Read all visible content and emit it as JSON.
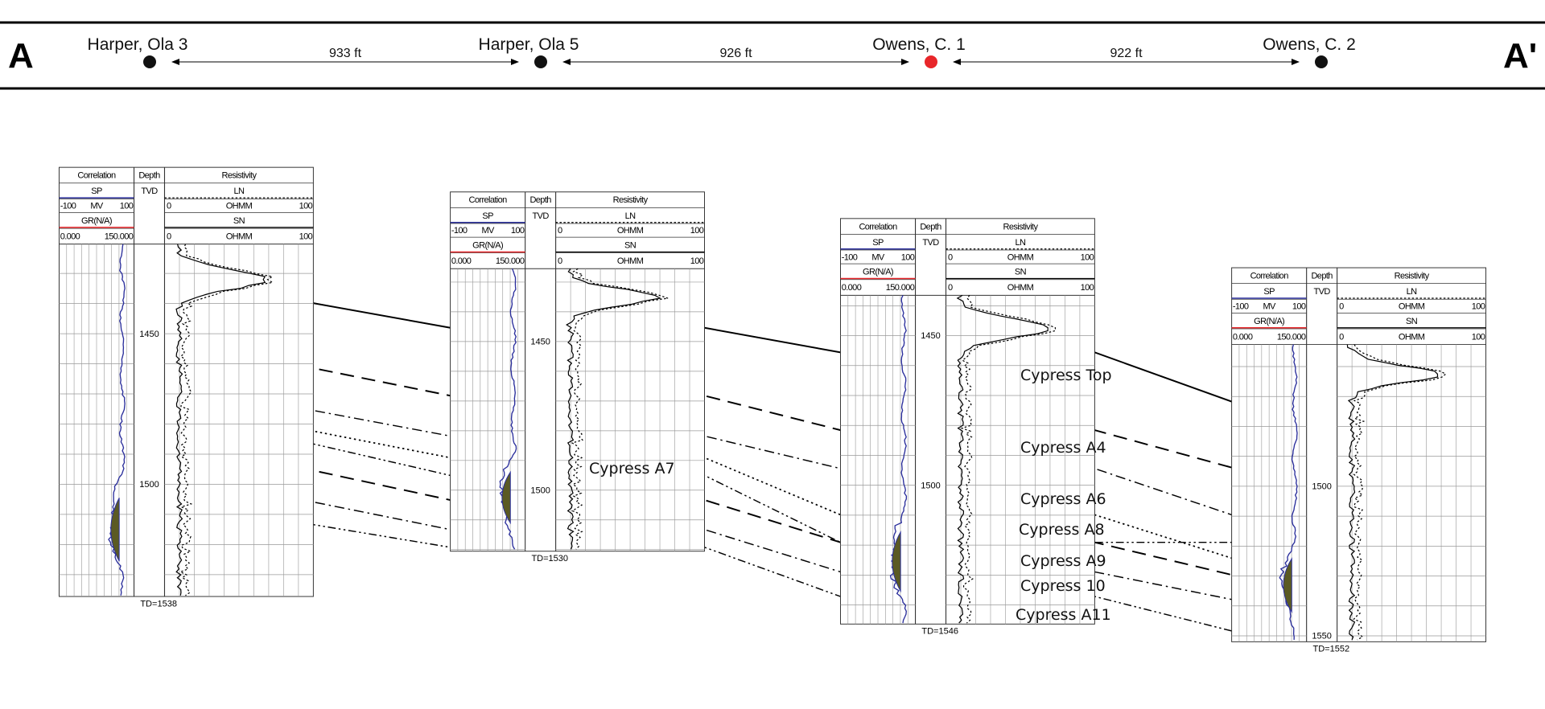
{
  "section": {
    "left_label": "A",
    "right_label": "A'",
    "wells": [
      {
        "name": "Harper, Ola 3",
        "color": "#111111",
        "td": "TD=1538"
      },
      {
        "name": "Harper, Ola 5",
        "color": "#111111",
        "td": "TD=1530"
      },
      {
        "name": "Owens, C. 1",
        "color": "#e8262a",
        "td": "TD=1546"
      },
      {
        "name": "Owens, C. 2",
        "color": "#111111",
        "td": "TD=1552"
      }
    ],
    "distances": [
      "933 ft",
      "926 ft",
      "922 ft"
    ]
  },
  "log_header": {
    "correlation": "Correlation",
    "depth": "Depth",
    "resistivity": "Resistivity",
    "sp": "SP",
    "tvd": "TVD",
    "ln": "LN",
    "sp_min": "-100",
    "sp_unit": "MV",
    "sp_max": "100",
    "res_min": "0",
    "res_unit": "OHMM",
    "res_max": "100",
    "gr": "GR(N/A)",
    "sn": "SN",
    "gr_min": "0.000",
    "gr_max": "150.000",
    "sp_color": "#2b2f9c",
    "gr_color": "#e8262a",
    "fill_color": "#5b5a23"
  },
  "depth_labels": [
    [
      "1450",
      "1500"
    ],
    [
      "1450",
      "1500"
    ],
    [
      "1450",
      "1500"
    ],
    [
      "1500",
      "1550"
    ]
  ],
  "horizons": {
    "cypress_top": "Cypress Top",
    "a4": "Cypress A4",
    "a6": "Cypress A6",
    "a7": "Cypress A7",
    "a8": "Cypress A8",
    "a9": "Cypress A9",
    "c10": "Cypress 10",
    "a11": "Cypress A11"
  }
}
